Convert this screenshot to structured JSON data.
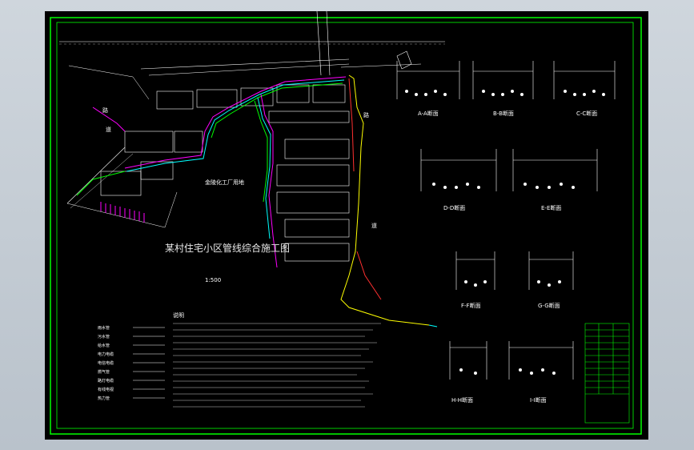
{
  "drawing": {
    "title": "某村住宅小区管线综合施工图",
    "scale": "1:500",
    "area_label": "金陵化工厂用地",
    "road_labels": [
      "路",
      "道",
      "路",
      "道"
    ],
    "section_labels": [
      "A-A断面",
      "B-B断面",
      "C-C断面",
      "D-D断面",
      "E-E断面",
      "F-F断面",
      "G-G断面",
      "H-H断面",
      "I-I断面"
    ],
    "notes_heading": "说明",
    "legend_items": [
      "雨水管",
      "污水管",
      "给水管",
      "电力电缆",
      "电信电缆",
      "燃气管",
      "路灯电缆",
      "有线电视",
      "热力管"
    ]
  },
  "colors": {
    "frame": "#00ff00",
    "background": "#000000",
    "page": "#c5cdd5",
    "pipe_magenta": "#ff00ff",
    "pipe_cyan": "#00ffff",
    "pipe_yellow": "#ffff00",
    "pipe_red": "#ff3030",
    "pipe_green": "#00ff00"
  }
}
